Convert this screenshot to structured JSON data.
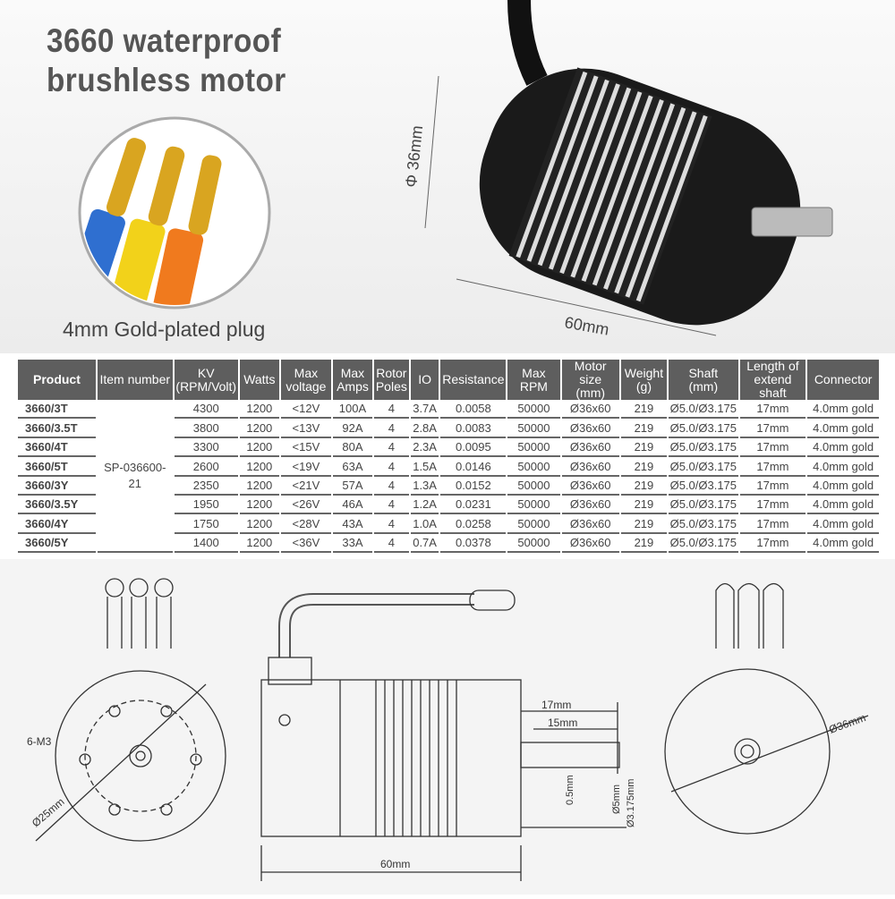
{
  "title": {
    "line1": "3660 waterproof",
    "line2": "brushless motor"
  },
  "plug_caption": "4mm Gold-plated plug",
  "photo_dims": {
    "diameter": "Φ 36mm",
    "length": "60mm"
  },
  "table": {
    "headers": [
      [
        "Product"
      ],
      [
        "Item number"
      ],
      [
        "KV",
        "(RPM/Volt)"
      ],
      [
        "Watts"
      ],
      [
        "Max",
        "voltage"
      ],
      [
        "Max",
        "Amps"
      ],
      [
        "Rotor",
        "Poles"
      ],
      [
        "IO"
      ],
      [
        "Resistance"
      ],
      [
        "Max RPM"
      ],
      [
        "Motor size",
        "(mm)"
      ],
      [
        "Weight",
        "(g)"
      ],
      [
        "Shaft",
        "(mm)"
      ],
      [
        "Length of",
        "extend shaft"
      ],
      [
        "Connector"
      ]
    ],
    "item_number": "SP-036600-21",
    "rows": [
      {
        "product": "3660/3T",
        "kv": "4300",
        "watts": "1200",
        "volt": "<12V",
        "amps": "100A",
        "poles": "4",
        "io": "3.7A",
        "res": "0.0058",
        "rpm": "50000",
        "size": "Ø36x60",
        "weight": "219",
        "shaft": "Ø5.0/Ø3.175",
        "ext": "17mm",
        "conn": "4.0mm gold"
      },
      {
        "product": "3660/3.5T",
        "kv": "3800",
        "watts": "1200",
        "volt": "<13V",
        "amps": "92A",
        "poles": "4",
        "io": "2.8A",
        "res": "0.0083",
        "rpm": "50000",
        "size": "Ø36x60",
        "weight": "219",
        "shaft": "Ø5.0/Ø3.175",
        "ext": "17mm",
        "conn": "4.0mm gold"
      },
      {
        "product": "3660/4T",
        "kv": "3300",
        "watts": "1200",
        "volt": "<15V",
        "amps": "80A",
        "poles": "4",
        "io": "2.3A",
        "res": "0.0095",
        "rpm": "50000",
        "size": "Ø36x60",
        "weight": "219",
        "shaft": "Ø5.0/Ø3.175",
        "ext": "17mm",
        "conn": "4.0mm gold"
      },
      {
        "product": "3660/5T",
        "kv": "2600",
        "watts": "1200",
        "volt": "<19V",
        "amps": "63A",
        "poles": "4",
        "io": "1.5A",
        "res": "0.0146",
        "rpm": "50000",
        "size": "Ø36x60",
        "weight": "219",
        "shaft": "Ø5.0/Ø3.175",
        "ext": "17mm",
        "conn": "4.0mm gold"
      },
      {
        "product": "3660/3Y",
        "kv": "2350",
        "watts": "1200",
        "volt": "<21V",
        "amps": "57A",
        "poles": "4",
        "io": "1.3A",
        "res": "0.0152",
        "rpm": "50000",
        "size": "Ø36x60",
        "weight": "219",
        "shaft": "Ø5.0/Ø3.175",
        "ext": "17mm",
        "conn": "4.0mm gold"
      },
      {
        "product": "3660/3.5Y",
        "kv": "1950",
        "watts": "1200",
        "volt": "<26V",
        "amps": "46A",
        "poles": "4",
        "io": "1.2A",
        "res": "0.0231",
        "rpm": "50000",
        "size": "Ø36x60",
        "weight": "219",
        "shaft": "Ø5.0/Ø3.175",
        "ext": "17mm",
        "conn": "4.0mm gold"
      },
      {
        "product": "3660/4Y",
        "kv": "1750",
        "watts": "1200",
        "volt": "<28V",
        "amps": "43A",
        "poles": "4",
        "io": "1.0A",
        "res": "0.0258",
        "rpm": "50000",
        "size": "Ø36x60",
        "weight": "219",
        "shaft": "Ø5.0/Ø3.175",
        "ext": "17mm",
        "conn": "4.0mm gold"
      },
      {
        "product": "3660/5Y",
        "kv": "1400",
        "watts": "1200",
        "volt": "<36V",
        "amps": "33A",
        "poles": "4",
        "io": "0.7A",
        "res": "0.0378",
        "rpm": "50000",
        "size": "Ø36x60",
        "weight": "219",
        "shaft": "Ø5.0/Ø3.175",
        "ext": "17mm",
        "conn": "4.0mm gold"
      }
    ]
  },
  "drawing": {
    "mount": "6-M3",
    "bolt_circle": "Ø25mm",
    "ext": "17mm",
    "shaft_len": "15mm",
    "flat": "0.5mm",
    "shaft_d1": "Ø5mm",
    "shaft_d2": "Ø3.175mm",
    "length": "60mm",
    "diameter": "Ø36mm"
  },
  "colors": {
    "header_bg": "#5e5e5e",
    "wire_blue": "#2f6fd0",
    "wire_yellow": "#f2d21a",
    "wire_orange": "#f07a1e",
    "gold": "#d9a520"
  }
}
